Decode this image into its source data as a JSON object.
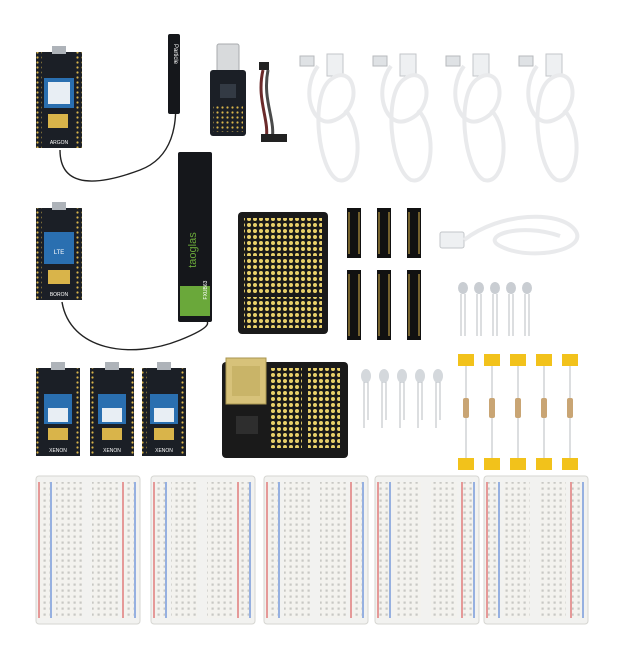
{
  "product_photo": {
    "description_hidden": "",
    "labels": {
      "argon": "ARGON",
      "boron": "BORON",
      "boron_lte": "LTE",
      "xenon": "XENON",
      "particle": "Particle",
      "taoglas": "taoglas",
      "taoglas_part": "FXUB63"
    },
    "colors": {
      "board": "#1b1f26",
      "header_pin": "#111111",
      "gold": "#d9b44a",
      "cable": "#f4f4f4",
      "breadboard": "#f2f2f0",
      "rail_red": "#d84040",
      "rail_blue": "#3a6fd0",
      "resistor_body": "#c9a574",
      "tape": "#f2c21b",
      "led_lead": "#b8bcc2"
    },
    "counts": {
      "usb_cables": 4,
      "header_strips": 6,
      "photo_leds": 5,
      "leds": 5,
      "resistors": 5,
      "xenon_boards": 3,
      "breadboards": 5
    }
  }
}
